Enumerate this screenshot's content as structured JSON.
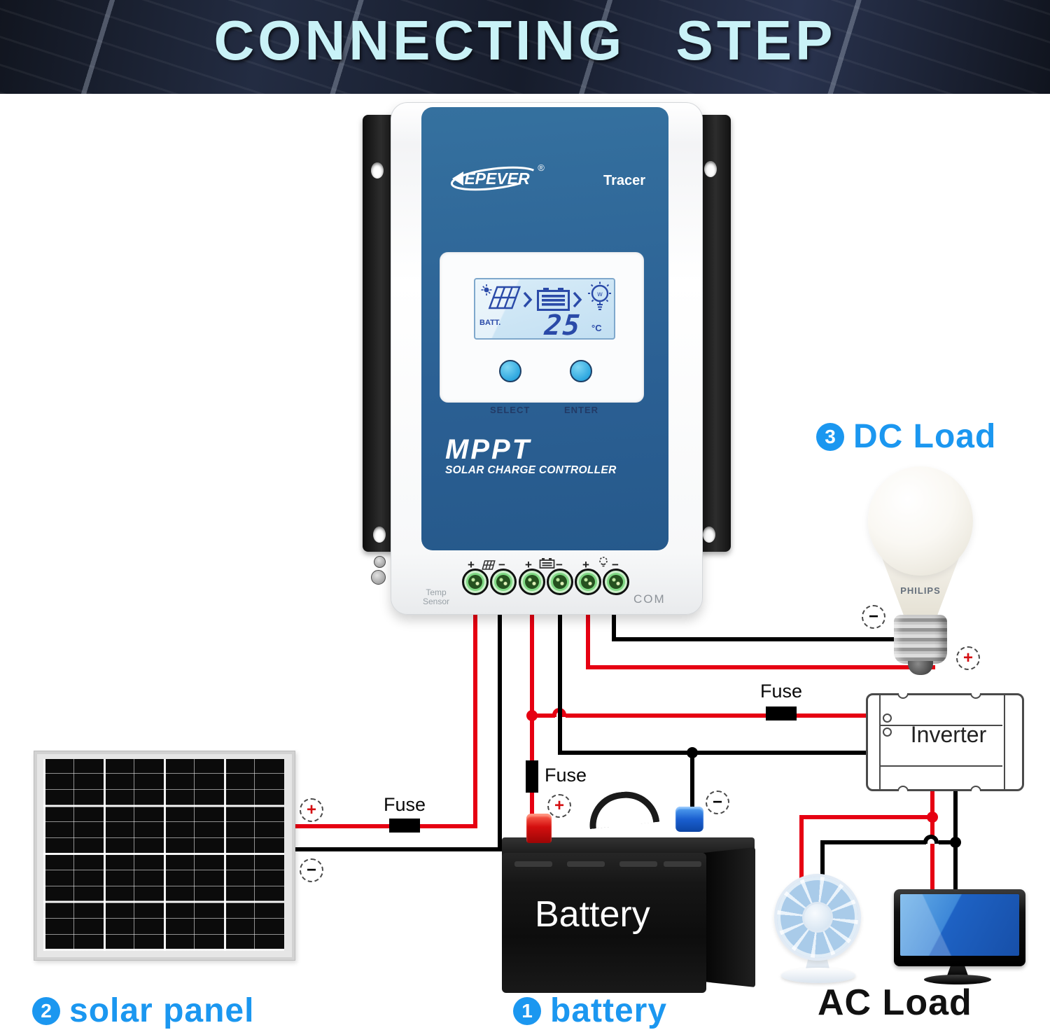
{
  "banner": {
    "title": "CONNECTING STEP"
  },
  "controller": {
    "brand": "EPEVER",
    "registered_mark": "®",
    "model": "Tracer",
    "display": {
      "batt_label": "BATT.",
      "temperature": "25",
      "unit": "°C"
    },
    "buttons": {
      "select": "SELECT",
      "enter": "ENTER"
    },
    "product": {
      "title": "MPPT",
      "subtitle": "SOLAR CHARGE CONTROLLER"
    },
    "terminals": {
      "signs": [
        "+",
        "−",
        "+",
        "−",
        "+",
        "−"
      ]
    },
    "temp_sensor_label": {
      "line1": "Temp",
      "line2": "Sensor"
    },
    "com_label": "COM"
  },
  "diagram": {
    "fuse_label": "Fuse",
    "inverter_label": "Inverter",
    "bulb_brand": "PHILIPS",
    "battery_device_label": "Battery",
    "ac_load_label": "AC Load",
    "steps": {
      "battery": {
        "number": "1",
        "label": "battery"
      },
      "solar_panel": {
        "number": "2",
        "label": "solar panel"
      },
      "dc_load": {
        "number": "3",
        "label": "DC Load"
      }
    },
    "polarity": {
      "plus": "+",
      "minus": "−"
    }
  },
  "colors": {
    "wire_red": "#e60012",
    "wire_black": "#000000",
    "step_label_blue": "#1b97f0",
    "controller_blue": "#2b6094",
    "banner_text": "#c9f2f7",
    "button_cyan": "#3ab5e9",
    "terminal_green": "#7fd983"
  }
}
